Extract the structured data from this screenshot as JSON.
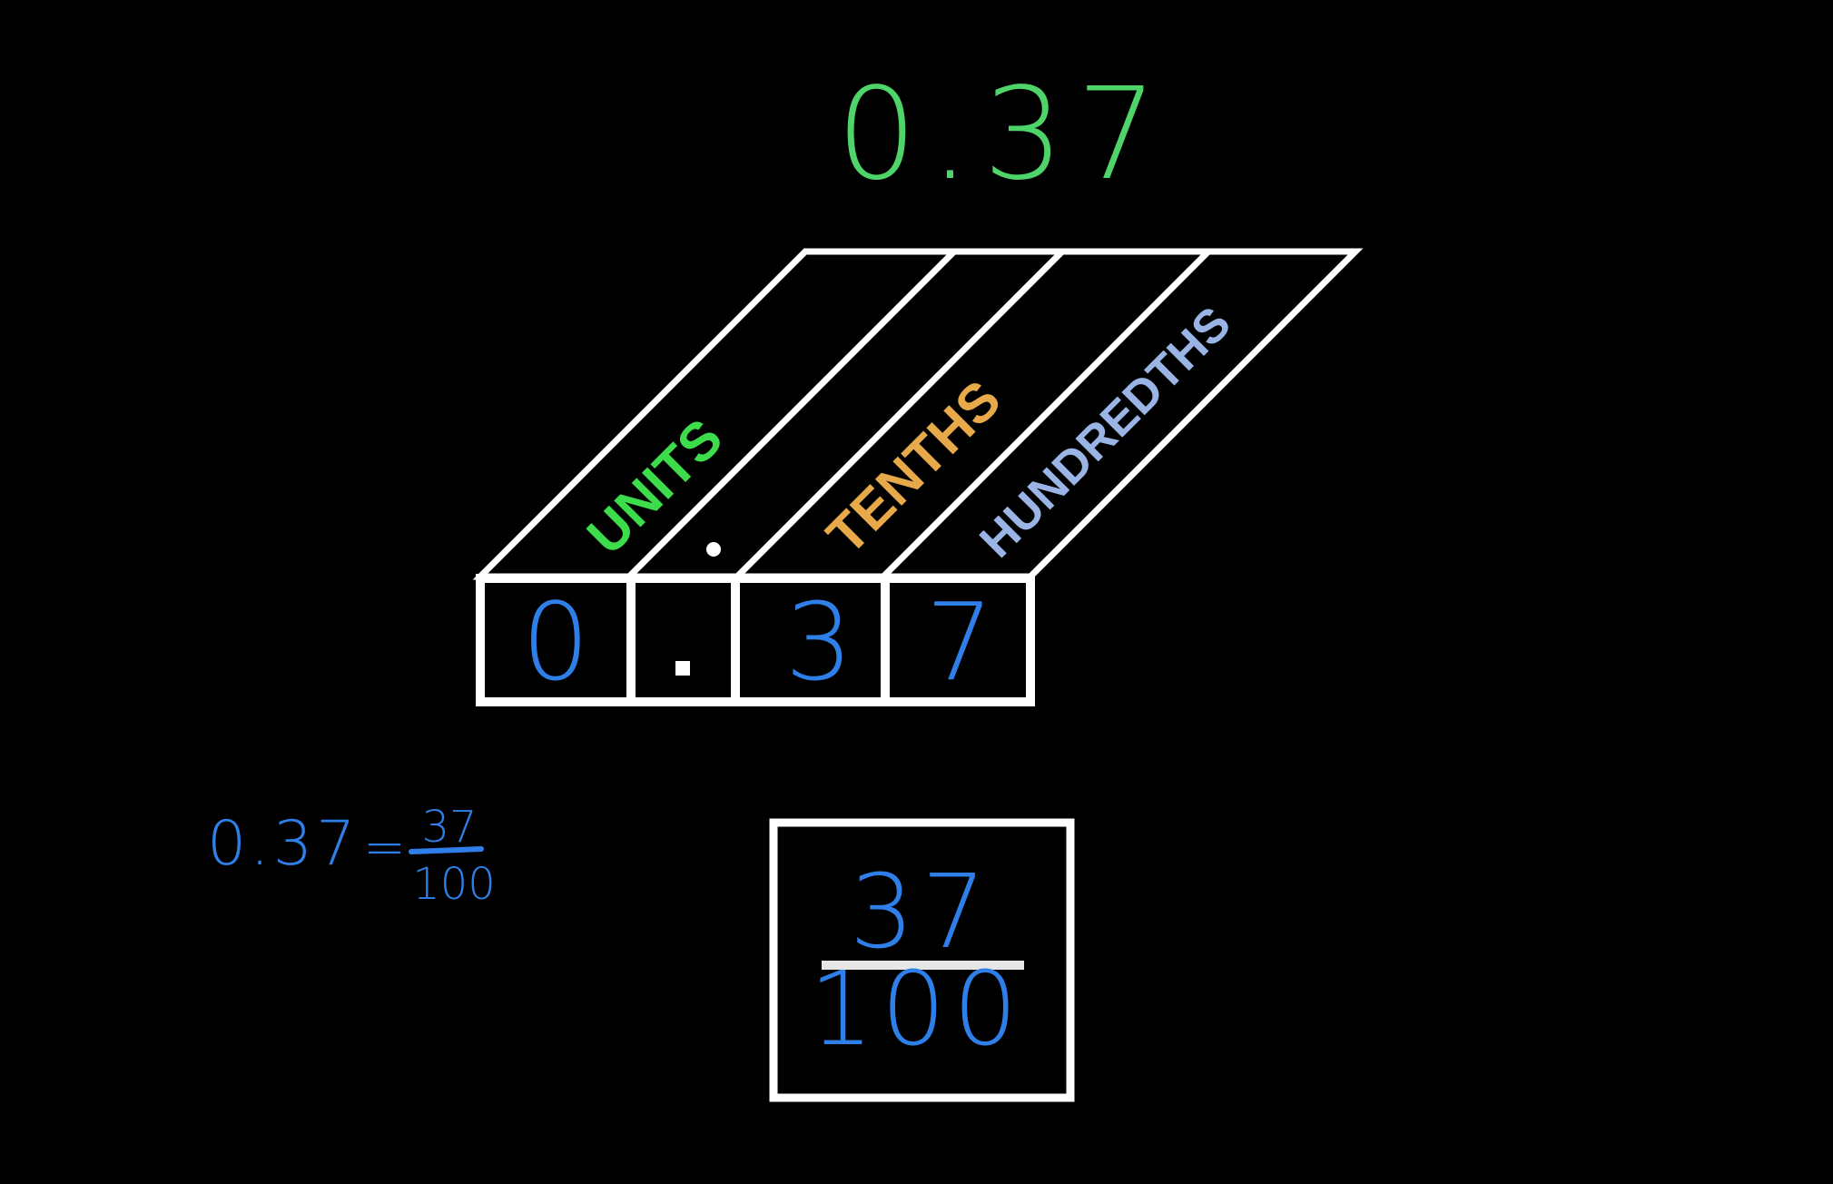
{
  "colors": {
    "background": "#000000",
    "frame": "#ffffff",
    "title_number": "#4fd46a",
    "handwriting": "#2f7fe8",
    "units_label": "#3ddc4a",
    "tenths_label": "#e8a94a",
    "hundredths_label": "#9bb4e6"
  },
  "title_number": "0.37",
  "place_value_chart": {
    "columns": [
      {
        "header": "UNITS",
        "digit": "0",
        "color_key": "units_label"
      },
      {
        "header": "•",
        "digit": ".",
        "color_key": "frame"
      },
      {
        "header": "TENTHS",
        "digit": "3",
        "color_key": "tenths_label"
      },
      {
        "header": "HUNDREDTHS",
        "digit": "7",
        "color_key": "hundredths_label"
      }
    ]
  },
  "equation": {
    "decimal": "0.37",
    "equals": "=",
    "numerator": "37",
    "denominator": "100"
  },
  "fraction_box": {
    "numerator": "37",
    "denominator": "100"
  }
}
